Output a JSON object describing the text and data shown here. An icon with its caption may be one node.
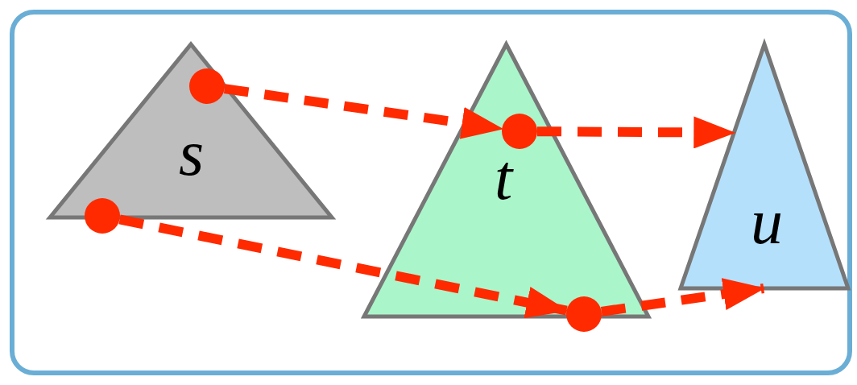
{
  "diagram": {
    "nodes": [
      {
        "text": [
          "s"
        ]
      },
      {
        "text": [
          "t"
        ]
      },
      {
        "text": [
          "u"
        ]
      },
      {
        "text": [],
        "shape": "circle",
        "in": 0
      },
      {
        "text": [],
        "shape": "circle",
        "in": 0
      },
      {
        "text": [],
        "shape": "circle",
        "in": 1
      },
      {
        "text": [],
        "shape": "circle",
        "in": 1
      }
    ],
    "edges": [
      {
        "from": 4,
        "to": 5,
        "arrow": "to",
        "style": "dashed"
      },
      {
        "from": 5,
        "to": 2,
        "arrow": "to",
        "style": "dashed"
      },
      {
        "from": 3,
        "to": 6,
        "arrow": "to",
        "style": "dashed"
      },
      {
        "from": 6,
        "to": 2,
        "arrow": "to",
        "style": "dashed"
      }
    ]
  }
}
